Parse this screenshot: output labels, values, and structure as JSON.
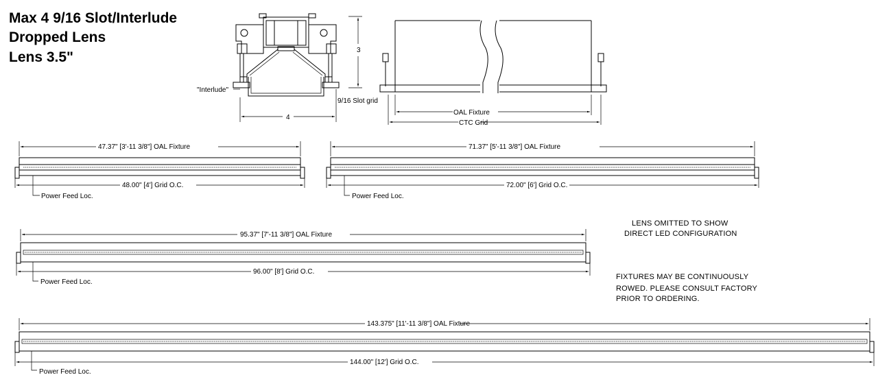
{
  "title": {
    "line1": "Max 4 9/16 Slot/Interlude",
    "line2": "Dropped Lens",
    "line3": "Lens 3.5\""
  },
  "section": {
    "interlude_label": "\"Interlude\"",
    "slot_grid_label": "9/16 Slot grid",
    "height_dim": "3",
    "width_dim": "4"
  },
  "side_view": {
    "oal_label": "OAL Fixture",
    "ctc_label": "CTC Grid"
  },
  "fixtures": [
    {
      "oal": "47.37\" [3'-11 3/8\"] OAL Fixture",
      "grid": "48.00\" [4'] Grid O.C.",
      "feed": "Power Feed Loc."
    },
    {
      "oal": "71.37\" [5'-11 3/8\"] OAL Fixture",
      "grid": "72.00\" [6'] Grid O.C.",
      "feed": "Power Feed Loc."
    },
    {
      "oal": "95.37\" [7'-11 3/8\"] OAL Fixture",
      "grid": "96.00\" [8'] Grid O.C.",
      "feed": "Power Feed Loc."
    },
    {
      "oal": "143.375\" [11'-11 3/8\"] OAL Fixture",
      "grid": "144.00\" [12'] Grid O.C.",
      "feed": "Power Feed Loc."
    }
  ],
  "notes": {
    "lens_line1": "LENS OMITTED TO SHOW",
    "lens_line2": "DIRECT LED CONFIGURATION",
    "row_line1": "FIXTURES MAY BE CONTINUOUSLY",
    "row_line2": "ROWED. PLEASE CONSULT FACTORY",
    "row_line3": "PRIOR TO ORDERING."
  }
}
